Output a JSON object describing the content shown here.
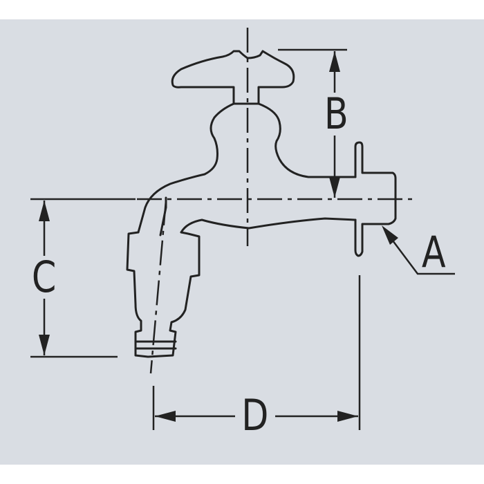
{
  "labels": {
    "a": "A",
    "b": "B",
    "c": "C",
    "d": "D"
  },
  "colors": {
    "background": "#d9dde3",
    "line": "#222222"
  }
}
